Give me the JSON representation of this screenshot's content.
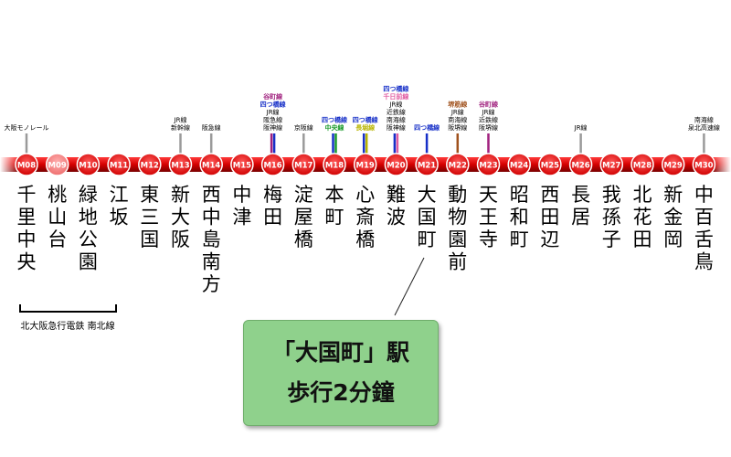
{
  "line_name": "北大阪急行電鉄 南北線",
  "stations": [
    {
      "code": "M08",
      "name": "千里中央",
      "transfers": [
        {
          "text": "大阪モノレール",
          "color": "#000000"
        }
      ]
    },
    {
      "code": "M09",
      "name": "桃山台",
      "transfers": []
    },
    {
      "code": "M10",
      "name": "緑地公園",
      "transfers": []
    },
    {
      "code": "M11",
      "name": "江坂",
      "transfers": []
    },
    {
      "code": "M12",
      "name": "東三国",
      "transfers": []
    },
    {
      "code": "M13",
      "name": "新大阪",
      "transfers": [
        {
          "text": "JR線",
          "color": "#000000"
        },
        {
          "text": "新幹線",
          "color": "#000000"
        }
      ]
    },
    {
      "code": "M14",
      "name": "西中島南方",
      "transfers": [
        {
          "text": "阪急線",
          "color": "#000000"
        }
      ]
    },
    {
      "code": "M15",
      "name": "中津",
      "transfers": []
    },
    {
      "code": "M16",
      "name": "梅田",
      "transfers": [
        {
          "text": "谷町線",
          "color": "#a0217e"
        },
        {
          "text": "四つ橋線",
          "color": "#1730c8"
        },
        {
          "text": "JR線",
          "color": "#000000"
        },
        {
          "text": "阪急線",
          "color": "#000000"
        },
        {
          "text": "阪神線",
          "color": "#000000"
        }
      ]
    },
    {
      "code": "M17",
      "name": "淀屋橋",
      "transfers": [
        {
          "text": "京阪線",
          "color": "#000000"
        }
      ]
    },
    {
      "code": "M18",
      "name": "本町",
      "transfers": [
        {
          "text": "四つ橋線",
          "color": "#1730c8"
        },
        {
          "text": "中央線",
          "color": "#1a9a2a"
        }
      ]
    },
    {
      "code": "M19",
      "name": "心斎橋",
      "transfers": [
        {
          "text": "四つ橋線",
          "color": "#1730c8"
        },
        {
          "text": "長堀線",
          "color": "#b8b400"
        }
      ]
    },
    {
      "code": "M20",
      "name": "難波",
      "transfers": [
        {
          "text": "四つ橋線",
          "color": "#1730c8"
        },
        {
          "text": "千日前線",
          "color": "#e05aa0"
        },
        {
          "text": "JR線",
          "color": "#000000"
        },
        {
          "text": "近鉄線",
          "color": "#000000"
        },
        {
          "text": "南海線",
          "color": "#000000"
        },
        {
          "text": "阪神線",
          "color": "#000000"
        }
      ]
    },
    {
      "code": "M21",
      "name": "大国町",
      "transfers": [
        {
          "text": "四つ橋線",
          "color": "#1730c8"
        }
      ]
    },
    {
      "code": "M22",
      "name": "動物園前",
      "transfers": [
        {
          "text": "堺筋線",
          "color": "#a0521d"
        },
        {
          "text": "JR線",
          "color": "#000000"
        },
        {
          "text": "南海線",
          "color": "#000000"
        },
        {
          "text": "阪堺線",
          "color": "#000000"
        }
      ]
    },
    {
      "code": "M23",
      "name": "天王寺",
      "transfers": [
        {
          "text": "谷町線",
          "color": "#a0217e"
        },
        {
          "text": "JR線",
          "color": "#000000"
        },
        {
          "text": "近鉄線",
          "color": "#000000"
        },
        {
          "text": "阪堺線",
          "color": "#000000"
        }
      ]
    },
    {
      "code": "M24",
      "name": "昭和町",
      "transfers": []
    },
    {
      "code": "M25",
      "name": "西田辺",
      "transfers": []
    },
    {
      "code": "M26",
      "name": "長居",
      "transfers": [
        {
          "text": "JR線",
          "color": "#000000"
        }
      ]
    },
    {
      "code": "M27",
      "name": "我孫子",
      "transfers": []
    },
    {
      "code": "M28",
      "name": "北花田",
      "transfers": []
    },
    {
      "code": "M29",
      "name": "新金岡",
      "transfers": []
    },
    {
      "code": "M30",
      "name": "中百舌鳥",
      "transfers": [
        {
          "text": "南海線",
          "color": "#000000"
        },
        {
          "text": "泉北高速線",
          "color": "#000000"
        }
      ]
    }
  ],
  "callout": {
    "line1": "「大国町」駅",
    "line2": "歩行2分鐘"
  },
  "colors": {
    "line": "#e8141c",
    "line_dark": "#8a0000",
    "badge": "#e8141c",
    "badge_light": "#f07a7a",
    "callout_bg": "#8fd18c"
  }
}
